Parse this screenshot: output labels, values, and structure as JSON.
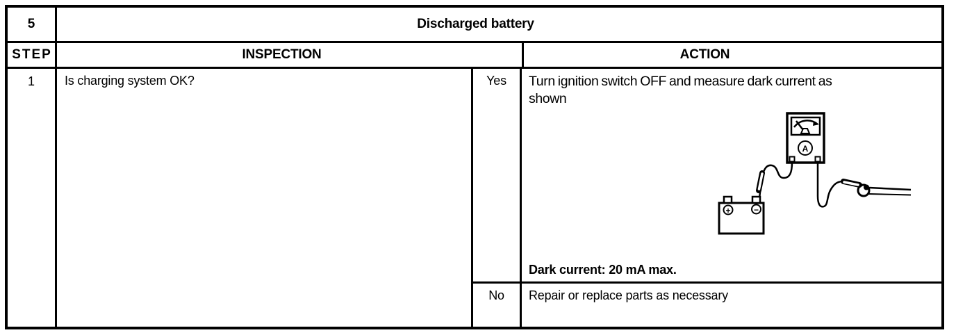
{
  "table": {
    "number": "5",
    "title": "Discharged battery",
    "headers": {
      "step": "STEP",
      "inspection": "INSPECTION",
      "action": "ACTION"
    },
    "rows": [
      {
        "step": "1",
        "inspection": "Is charging system OK?",
        "branches": [
          {
            "answer": "Yes",
            "action_line1": "Turn ignition switch OFF and measure dark current as",
            "action_line2": "shown",
            "note": "Dark current: 20 mA max."
          },
          {
            "answer": "No",
            "action": "Repair or replace parts as necessary"
          }
        ]
      }
    ]
  },
  "diagram": {
    "description": "ammeter connected between battery negative post and disconnected cable",
    "meter_label": "A",
    "battery_positive": "+",
    "battery_negative": "−"
  },
  "colors": {
    "ink": "#000000",
    "paper": "#ffffff"
  }
}
